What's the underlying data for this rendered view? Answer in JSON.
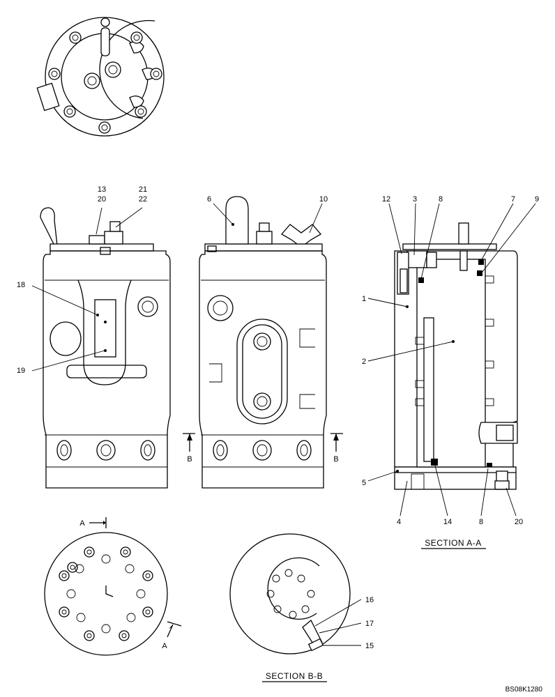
{
  "labels": {
    "p13": "13",
    "p20a": "20",
    "p21": "21",
    "p22": "22",
    "p18": "18",
    "p19": "19",
    "p6": "6",
    "p10": "10",
    "p12": "12",
    "p3": "3",
    "p8a": "8",
    "p7": "7",
    "p9": "9",
    "p1": "1",
    "p2": "2",
    "p5": "5",
    "p4": "4",
    "p14": "14",
    "p8b": "8",
    "p20b": "20",
    "p16": "16",
    "p17": "17",
    "p15": "15"
  },
  "section_markers": {
    "a_top": "A",
    "a_bottom": "A",
    "b_left": "B",
    "b_right": "B"
  },
  "titles": {
    "section_aa": "SECTION  A-A",
    "section_bb": "SECTION  B-B"
  },
  "drawing_code": "BS08K1280"
}
